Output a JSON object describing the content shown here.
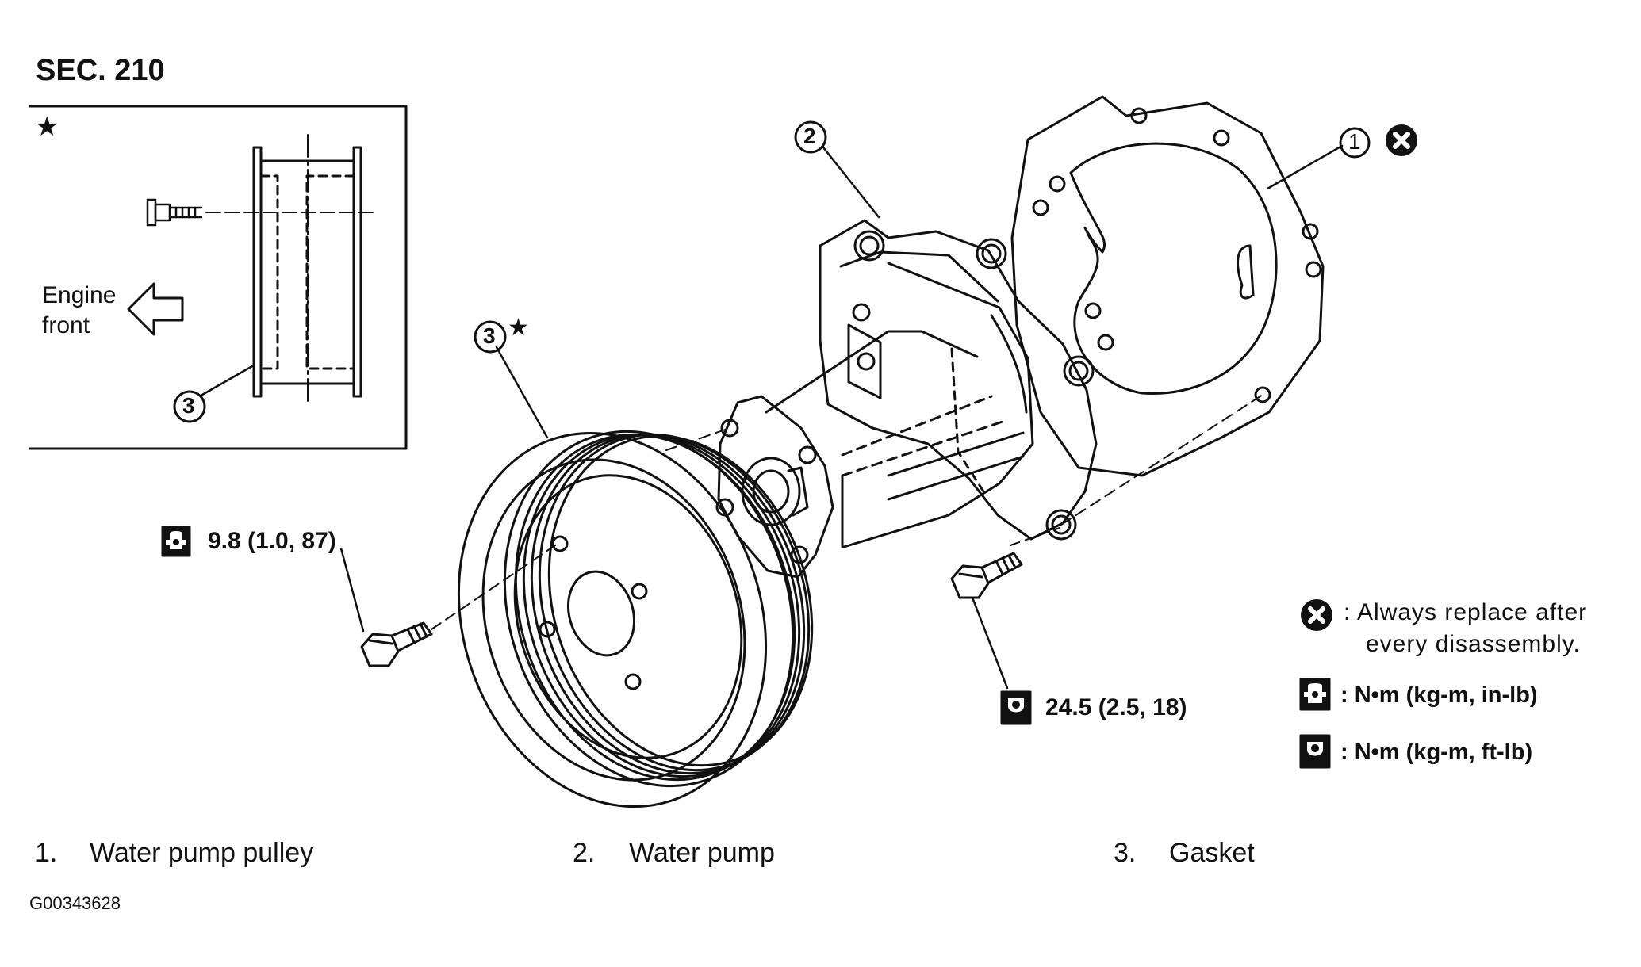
{
  "section": "SEC. 210",
  "inset": {
    "star": "★",
    "engine_front_line1": "Engine",
    "engine_front_line2": "front",
    "callout": "3"
  },
  "callouts": {
    "gasket_ref": "1",
    "pump_ref": "2",
    "pulley_ref": "3",
    "pulley_star": "★"
  },
  "torque": {
    "pulley_bolt": "9.8 (1.0, 87)",
    "pump_bolt": "24.5 (2.5, 18)"
  },
  "legend": {
    "replace_line1": ": Always replace after",
    "replace_line2": "every disassembly.",
    "nm_inlb": ": N•m (kg-m, in-lb)",
    "nm_ftlb": ": N•m (kg-m, ft-lb)"
  },
  "parts": [
    {
      "num": "1.",
      "label": "Water pump pulley"
    },
    {
      "num": "2.",
      "label": "Water pump"
    },
    {
      "num": "3.",
      "label": "Gasket"
    }
  ],
  "figure_id": "G00343628",
  "colors": {
    "ink": "#111111",
    "paper": "#ffffff"
  },
  "icons": [
    "replace-x-icon",
    "torque-inlb-icon",
    "torque-ftlb-icon",
    "star-icon",
    "arrow-left-outline-icon"
  ]
}
